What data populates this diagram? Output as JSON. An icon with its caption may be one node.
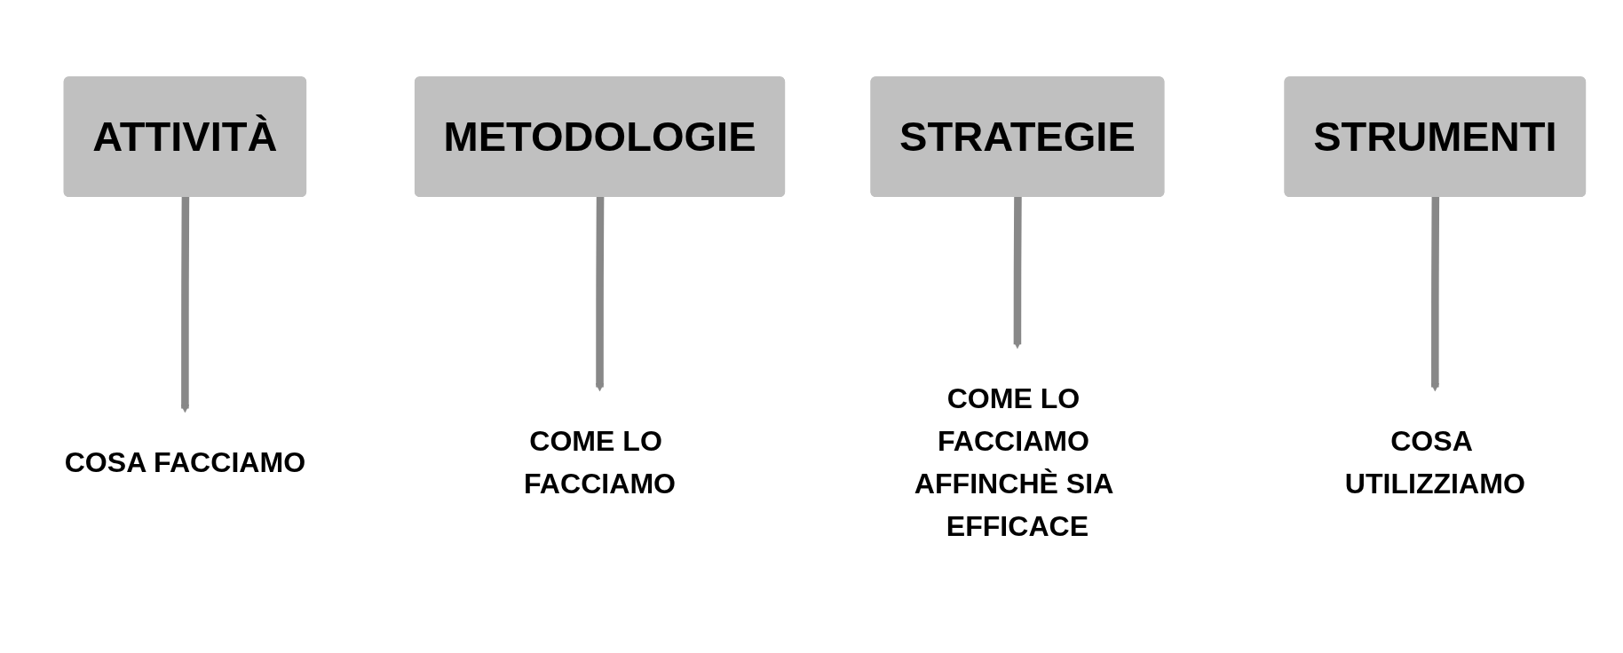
{
  "diagram": {
    "nodes": [
      {
        "text": [
          "ATTIVITÀ"
        ]
      },
      {
        "text": [
          "METODOLOGIE"
        ]
      },
      {
        "text": [
          "STRATEGIE"
        ]
      },
      {
        "text": [
          "STRUMENTI"
        ]
      },
      {
        "text": [
          "COSA FACCIAMO"
        ]
      },
      {
        "text": [
          "COME LO FACCIAMO"
        ]
      },
      {
        "text": [
          "COME LO FACCIAMO AFFINCHÈ SIA EFFICACE"
        ]
      },
      {
        "text": [
          "COSA UTILIZZIAMO"
        ]
      }
    ],
    "edges": [
      {
        "from": 0,
        "to": 4,
        "arrow": "to"
      },
      {
        "from": 1,
        "to": 5,
        "arrow": "to"
      },
      {
        "from": 2,
        "to": 6,
        "arrow": "to"
      },
      {
        "from": 3,
        "to": 7,
        "arrow": "to"
      }
    ]
  }
}
